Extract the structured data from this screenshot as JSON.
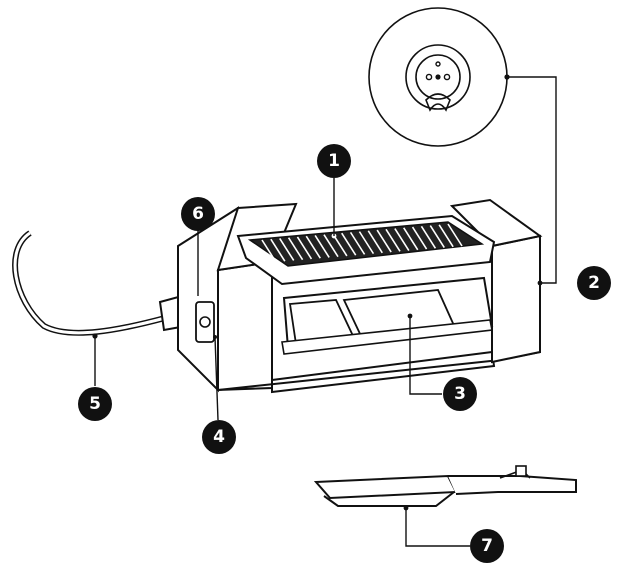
{
  "diagram": {
    "callouts": [
      {
        "id": "c1",
        "label": "1"
      },
      {
        "id": "c2",
        "label": "2"
      },
      {
        "id": "c3",
        "label": "3"
      },
      {
        "id": "c4",
        "label": "4"
      },
      {
        "id": "c5",
        "label": "5"
      },
      {
        "id": "c6",
        "label": "6"
      },
      {
        "id": "c7",
        "label": "7"
      }
    ],
    "colors": {
      "ink": "#111111",
      "paper": "#ffffff",
      "grill": "#222222"
    }
  }
}
